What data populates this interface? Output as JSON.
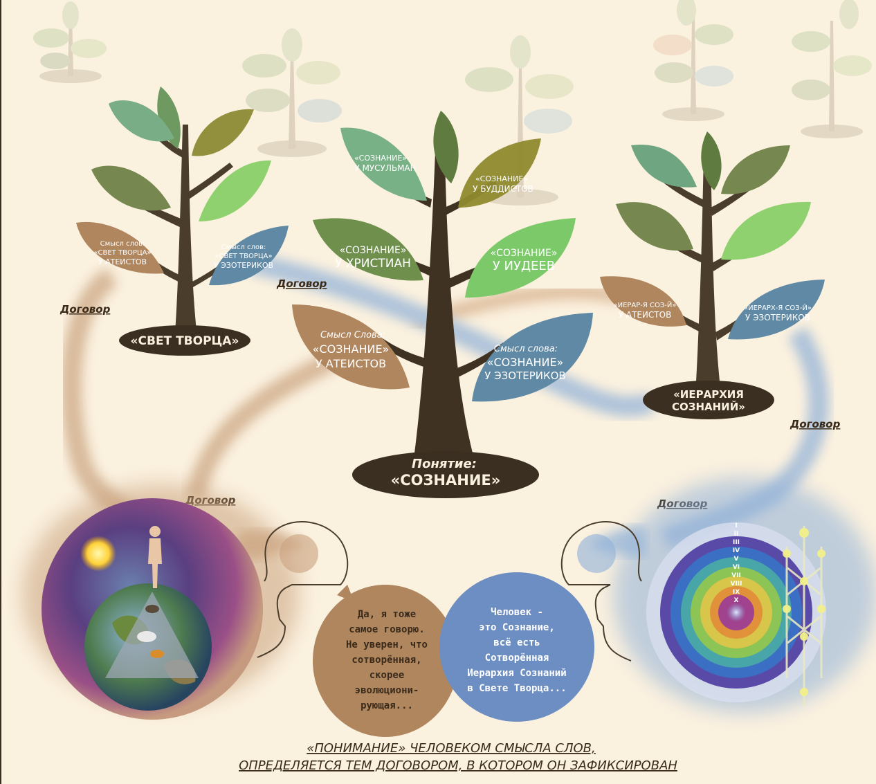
{
  "trees": {
    "left": {
      "root_label": "«СВЕТ ТВОРЦА»",
      "leaf_atheists": [
        "Смысл слов:",
        "«СВЕТ ТВОРЦА»",
        "У АТЕИСТОВ"
      ],
      "leaf_esoterics": [
        "Смысл слов:",
        "«СВЕТ ТВОРЦА»",
        "У ЭЗОТЕРИКОВ"
      ]
    },
    "center": {
      "root_label": [
        "Понятие:",
        "«СОЗНАНИЕ»"
      ],
      "leaf_muslims": [
        "«СОЗНАНИЕ»",
        "У МУСУЛЬМАН"
      ],
      "leaf_buddhists": [
        "«СОЗНАНИЕ»",
        "У БУДДИСТОВ"
      ],
      "leaf_christians": [
        "«СОЗНАНИЕ»",
        "У ХРИСТИАН"
      ],
      "leaf_jews": [
        "«СОЗНАНИЕ»",
        "У ИУДЕЕВ"
      ],
      "leaf_atheists": [
        "Смысл Слова:",
        "«СОЗНАНИЕ»",
        "У АТЕИСТОВ"
      ],
      "leaf_esoterics": [
        "Смысл слова:",
        "«СОЗНАНИЕ»",
        "У ЭЗОТЕРИКОВ"
      ]
    },
    "right": {
      "root_label": [
        "«ИЕРАРХИЯ",
        "СОЗНАНИЙ»"
      ],
      "leaf_atheists": [
        "«ИЕРАР-Я СОЗ-Й»",
        "У АТЕИСТОВ"
      ],
      "leaf_esoterics": [
        "«ИЕРАРХ-Я СОЗ-Й»",
        "У ЭЗОТЕРИКОВ"
      ]
    }
  },
  "contracts": [
    "Договор",
    "Договор",
    "Договор",
    "Договор",
    "Договор"
  ],
  "speech": {
    "left": [
      "Да, я тоже",
      "самое говорю.",
      "Не уверен, что",
      "сотворённая,",
      "скорее",
      "эволюциони-",
      "рующая..."
    ],
    "right": [
      "Человек -",
      "это Сознание,",
      "всё есть",
      "Сотворённая",
      "Иерархия Сознаний",
      "в Свете Творца..."
    ]
  },
  "roman_numerals": [
    "I",
    "II",
    "III",
    "IV",
    "V",
    "VI",
    "VII",
    "VIII",
    "IX",
    "X"
  ],
  "caption": [
    "«ПОНИМАНИЕ» ЧЕЛОВЕКОМ СМЫСЛА СЛОВ,",
    "ОПРЕДЕЛЯЕТСЯ ТЕМ ДОГОВОРОМ, В КОТОРОМ ОН ЗАФИКСИРОВАН"
  ],
  "colors": {
    "background": "#fbf1df",
    "trunk": "#4b3d2c",
    "pill": "#3b2f22",
    "atheist": "#b0865f",
    "esoteric": "#5f89a4",
    "stream_brown": "#c9a27e",
    "stream_blue": "#8fb0d8"
  }
}
